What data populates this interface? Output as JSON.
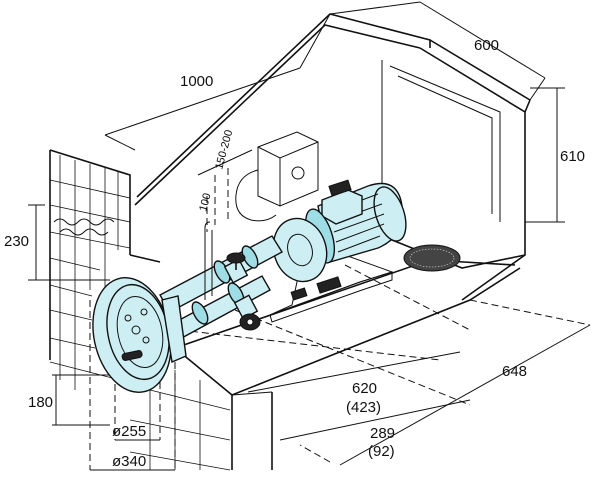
{
  "dimensions": {
    "width_total": "1000",
    "depth_total": "600",
    "height_total": "610",
    "inlet_height": "230",
    "outlet_range": "150-200",
    "pipe_height": "100",
    "base_height": "180",
    "inner_diameter": "ø255",
    "outer_diameter": "ø340",
    "length_main": "620",
    "length_main_alt": "(423)",
    "length_secondary": "289",
    "length_secondary_alt": "(92)",
    "depth_side": "648"
  },
  "colors": {
    "line": "#111111",
    "pump_fill": "#cdeff3",
    "pump_shade": "#9fdde6"
  }
}
